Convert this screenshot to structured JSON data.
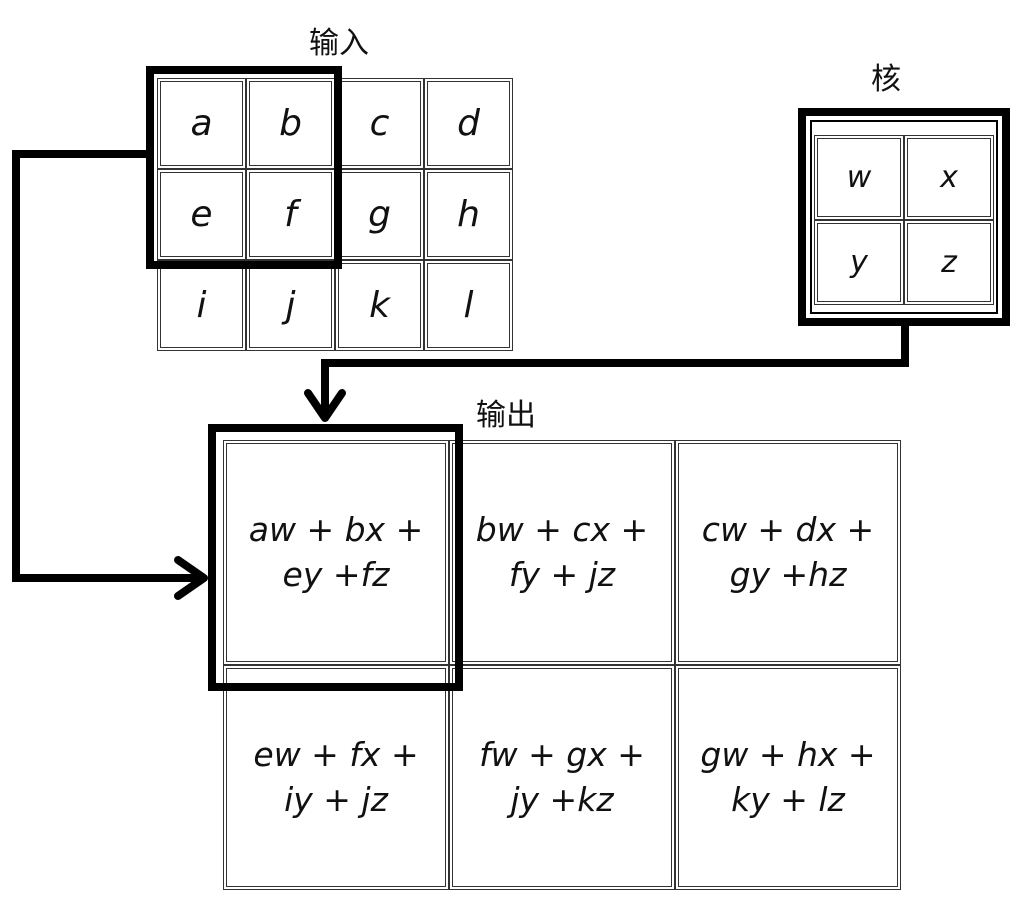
{
  "labels": {
    "input": "输入",
    "kernel": "核",
    "output": "输出"
  },
  "input": {
    "rows": [
      [
        "a",
        "b",
        "c",
        "d"
      ],
      [
        "e",
        "f",
        "g",
        "h"
      ],
      [
        "i",
        "j",
        "k",
        "l"
      ]
    ]
  },
  "kernel": {
    "rows": [
      [
        "w",
        "x"
      ],
      [
        "y",
        "z"
      ]
    ]
  },
  "output": {
    "rows": [
      [
        {
          "line1": "aw + bx +",
          "line2": "ey +fz"
        },
        {
          "line1": "bw + cx +",
          "line2": "fy + jz"
        },
        {
          "line1": "cw + dx +",
          "line2": "gy +hz"
        }
      ],
      [
        {
          "line1": "ew + fx +",
          "line2": "iy + jz"
        },
        {
          "line1": "fw + gx +",
          "line2": "jy +kz"
        },
        {
          "line1": "gw + hx +",
          "line2": "ky + lz"
        }
      ]
    ]
  },
  "colors": {
    "stroke": "#000000",
    "cell_border": "#333333",
    "text": "#111111",
    "background": "#ffffff"
  }
}
